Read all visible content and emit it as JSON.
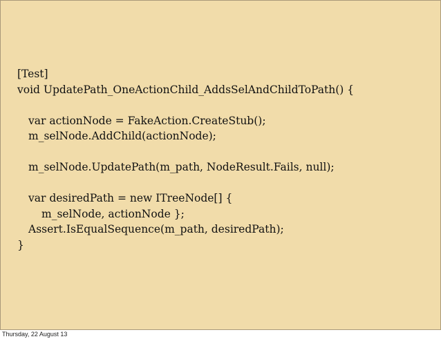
{
  "slide": {
    "background_color": "#f1dcaa",
    "code_lines": [
      "[Test]",
      "void UpdatePath_OneActionChild_AddsSelAndChildToPath() {",
      "",
      "var actionNode = FakeAction.CreateStub();",
      "m_selNode.AddChild(actionNode);",
      "",
      "m_selNode.UpdatePath(m_path, NodeResult.Fails, null);",
      "",
      "var desiredPath = new ITreeNode[] {",
      "m_selNode, actionNode };",
      "Assert.IsEqualSequence(m_path, desiredPath);",
      "}"
    ]
  },
  "footer": {
    "date": "Thursday, 22 August 13"
  }
}
